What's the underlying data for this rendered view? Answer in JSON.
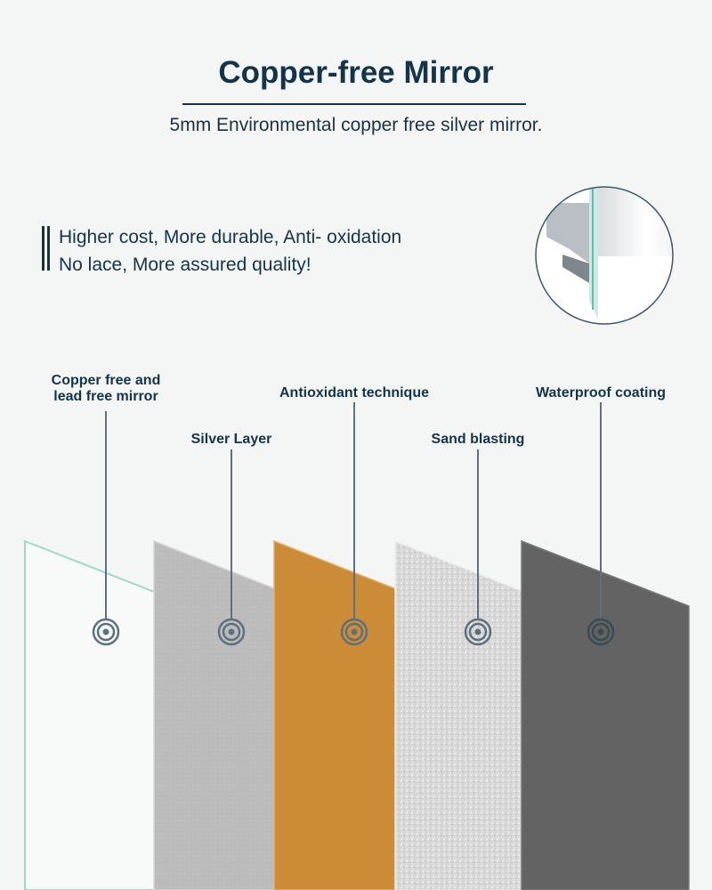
{
  "header": {
    "title": "Copper-free Mirror",
    "subtitle": "5mm Environmental copper free silver mirror."
  },
  "features": {
    "line1": "Higher cost, More durable, Anti- oxidation",
    "line2": "No lace, More assured quality!"
  },
  "layers": [
    {
      "label_line1": "Copper free and",
      "label_line2": "lead free mirror",
      "color": "#f7faf8",
      "edge": "#9fd8c9",
      "icon": "target-icon"
    },
    {
      "label_line1": "Silver Layer",
      "color": "#b8b8b8",
      "edge": "#d6d6d6",
      "icon": "target-icon"
    },
    {
      "label_line1": "Antioxidant technique",
      "color": "#cc8c37",
      "edge": "#e3b06a",
      "icon": "target-icon"
    },
    {
      "label_line1": "Sand blasting",
      "color": "#d4d4d4",
      "edge": "#eeeeee",
      "icon": "target-icon"
    },
    {
      "label_line1": "Waterproof coating",
      "color": "#636363",
      "edge": "#7a7a7a",
      "icon": "target-icon"
    }
  ],
  "colors": {
    "navy": "#14344a",
    "background": "#f3f6f5",
    "connector": "#5c707d"
  }
}
